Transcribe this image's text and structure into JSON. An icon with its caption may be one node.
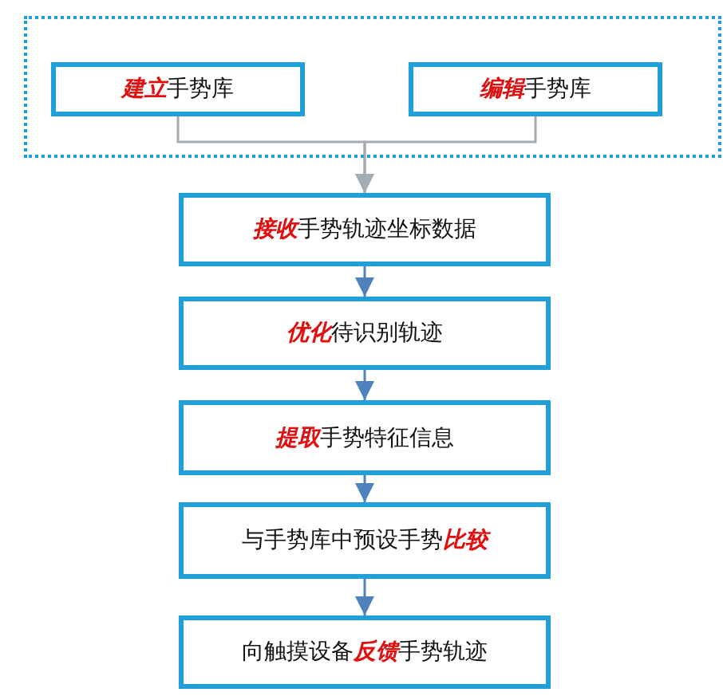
{
  "diagram": {
    "nodes": [
      {
        "text": [],
        "shape": "box"
      },
      {
        "text": [
          "**建立**手势库"
        ],
        "in": 0
      },
      {
        "text": [
          "**编辑**手势库"
        ],
        "in": 0
      },
      {
        "text": [
          "**接收**手势轨迹坐标数据"
        ]
      },
      {
        "text": [
          "**优化**待识别轨迹"
        ]
      },
      {
        "text": [
          "**提取**手势特征信息"
        ]
      },
      {
        "text": [
          "与手势库中预设手势**比较**"
        ]
      },
      {
        "text": [
          "向触摸设备**反馈**手势轨迹"
        ]
      }
    ],
    "edges": [
      {
        "from": 1,
        "to": 3,
        "arrow": "to",
        "color": "#a3abb3"
      },
      {
        "from": 2,
        "to": 3,
        "arrow": "to",
        "color": "#a3abb3"
      },
      {
        "from": 3,
        "to": 4,
        "arrow": "to"
      },
      {
        "from": 4,
        "to": 5,
        "arrow": "to"
      },
      {
        "from": 5,
        "to": 6,
        "arrow": "to"
      },
      {
        "from": 6,
        "to": 7,
        "arrow": "to"
      }
    ]
  }
}
